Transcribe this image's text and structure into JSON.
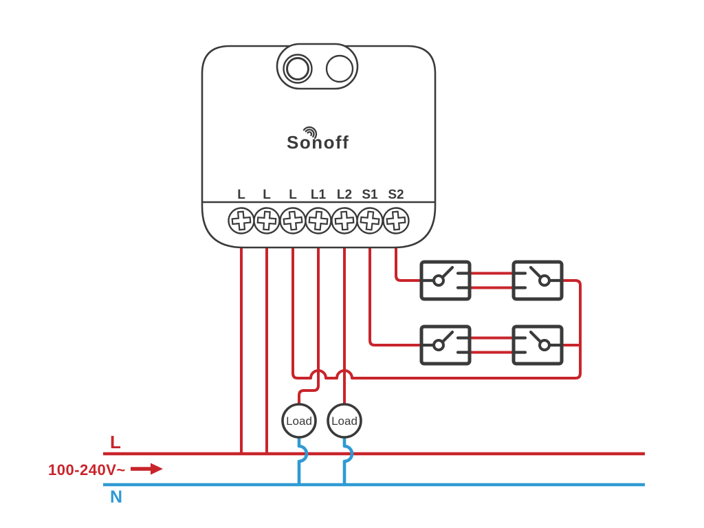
{
  "diagram": {
    "brand": "Sonoff",
    "terminals": [
      "L",
      "L",
      "L",
      "L1",
      "L2",
      "S1",
      "S2"
    ],
    "loads": [
      "Load",
      "Load"
    ],
    "power": {
      "live": "L",
      "neutral": "N",
      "voltage": "100-240V~"
    }
  },
  "colors": {
    "live": "#c9242b",
    "neutral": "#2f9ad3",
    "outline": "#3a3a3a",
    "background": "#ffffff"
  }
}
